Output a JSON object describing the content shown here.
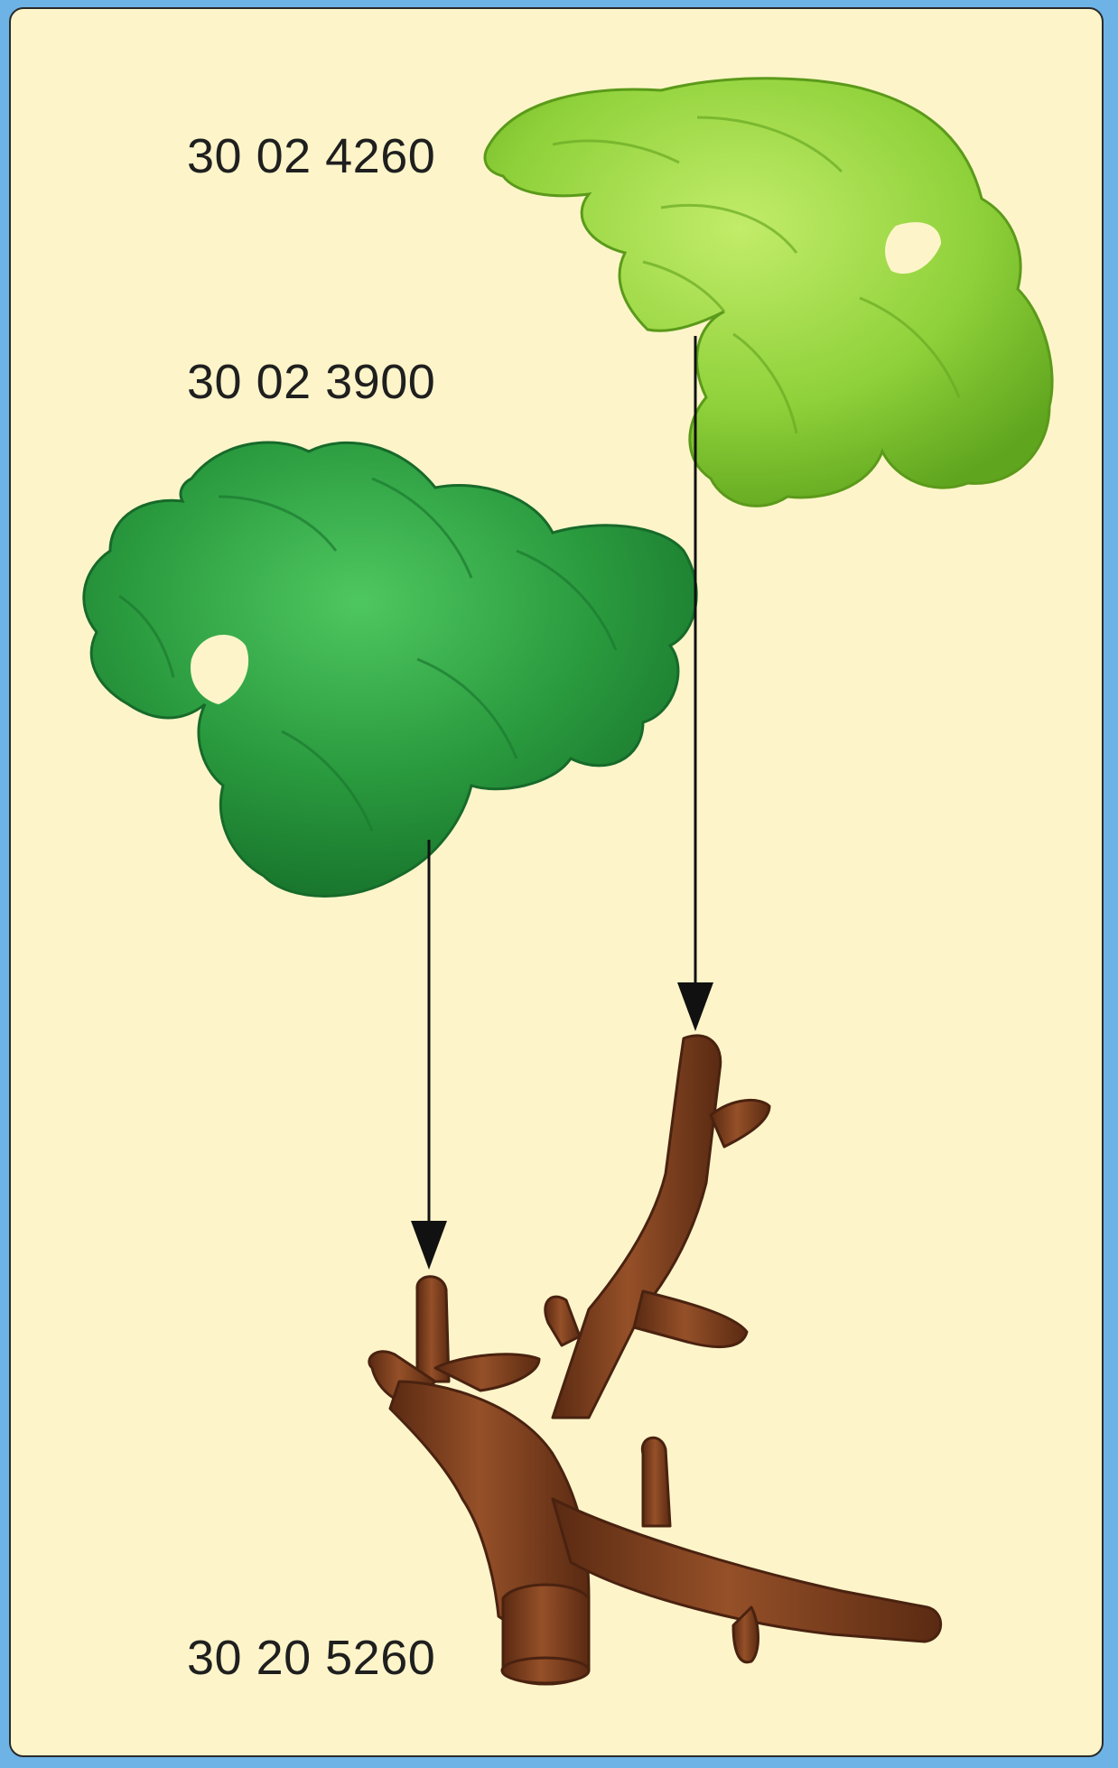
{
  "parts": [
    {
      "code": "30 02 4260",
      "description_color": "#8fd13a"
    },
    {
      "code": "30 02 3900",
      "description_color": "#2a9a3e"
    },
    {
      "code": "30 20 5260",
      "description_color": "#7a3d1c"
    }
  ],
  "colors": {
    "background": "#fdf5c9",
    "frame": "#6eb3e6",
    "light_foliage": "#8fd13a",
    "dark_foliage": "#2a9a3e",
    "trunk": "#7a3d1c",
    "arrow": "#111111"
  }
}
